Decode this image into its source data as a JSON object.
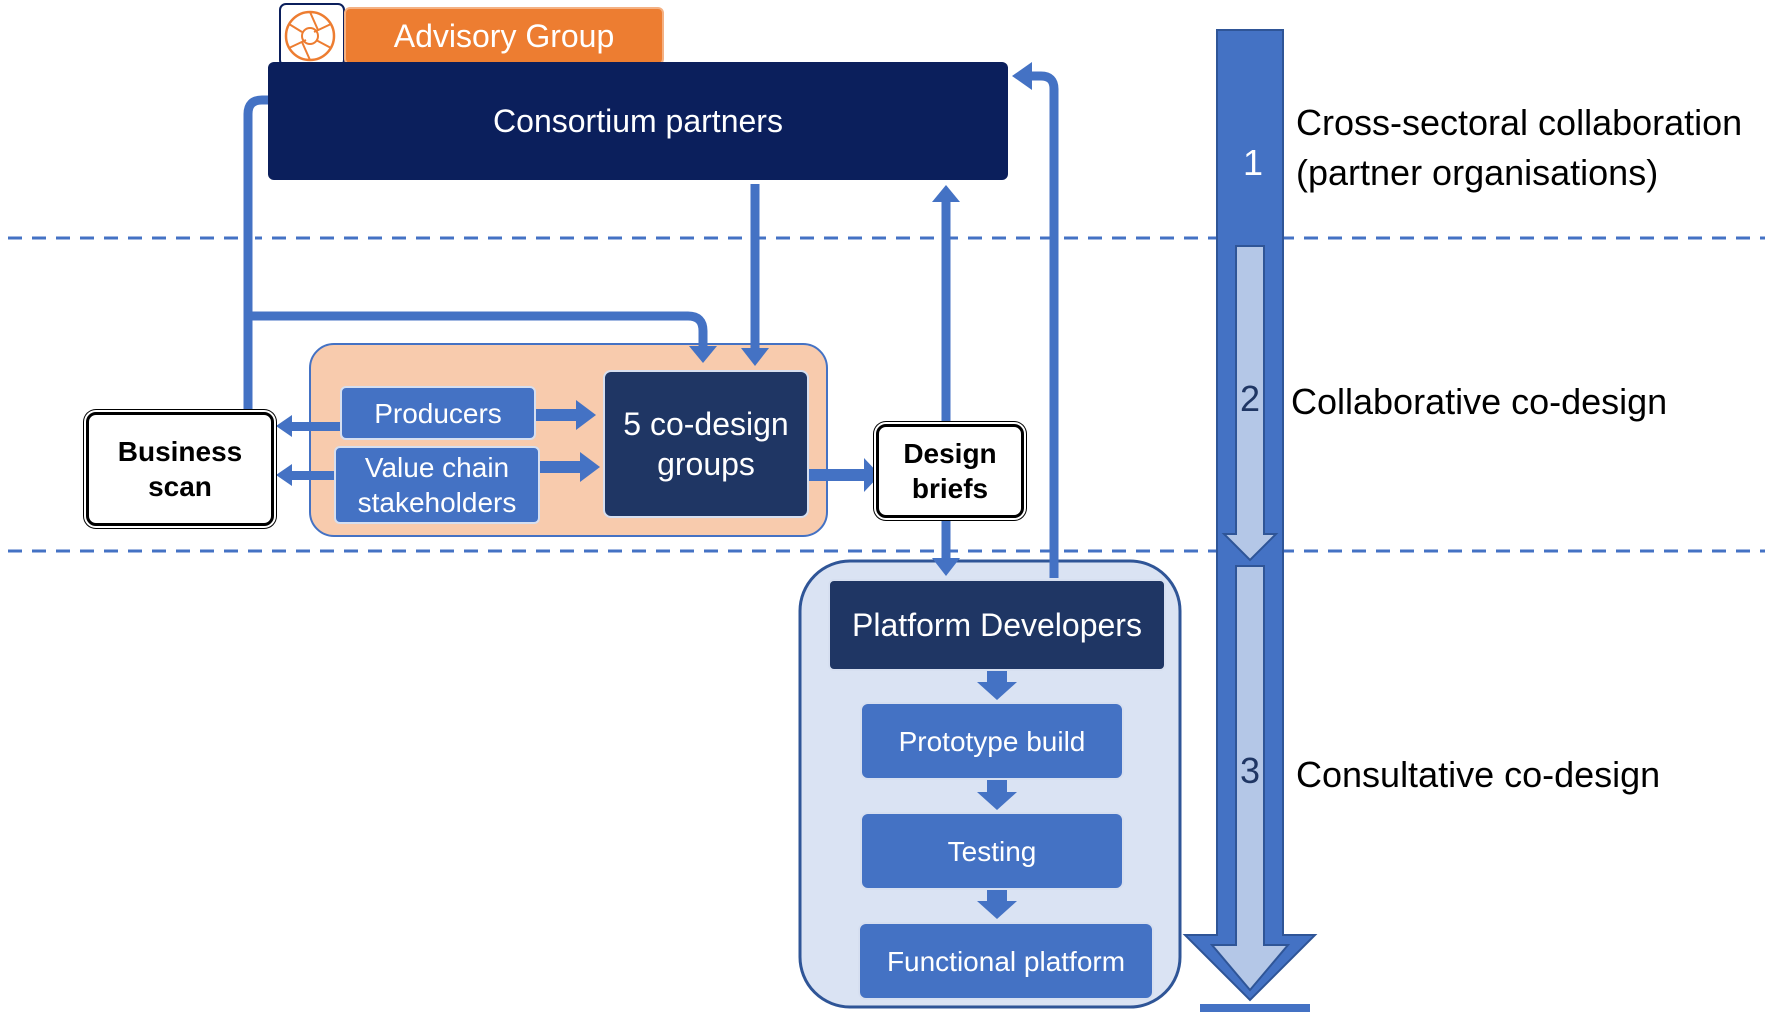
{
  "advisory_group": "Advisory Group",
  "consortium_partners": "Consortium partners",
  "business_scan": [
    "Business",
    "scan"
  ],
  "producers": "Producers",
  "value_chain": [
    "Value chain",
    "stakeholders"
  ],
  "co_design_groups": [
    "5 co-design",
    "groups"
  ],
  "design_briefs": [
    "Design",
    "briefs"
  ],
  "platform_developers": "Platform Developers",
  "prototype_build": "Prototype build",
  "testing": "Testing",
  "functional_platform": "Functional platform",
  "levels": [
    {
      "number": "1",
      "label_lines": [
        "Cross-sectoral collaboration",
        "(partner organisations)"
      ]
    },
    {
      "number": "2",
      "label_lines": [
        "Collaborative co-design"
      ]
    },
    {
      "number": "3",
      "label_lines": [
        "Consultative co-design"
      ]
    }
  ],
  "colors": {
    "navy": "#0b1f5c",
    "dark_navy": "#1f3664",
    "blue": "#4472c4",
    "orange": "#ed7d31",
    "peach": "#f8cbad",
    "light_blue": "#b4c7e7",
    "pale_blue": "#dae3f3"
  }
}
